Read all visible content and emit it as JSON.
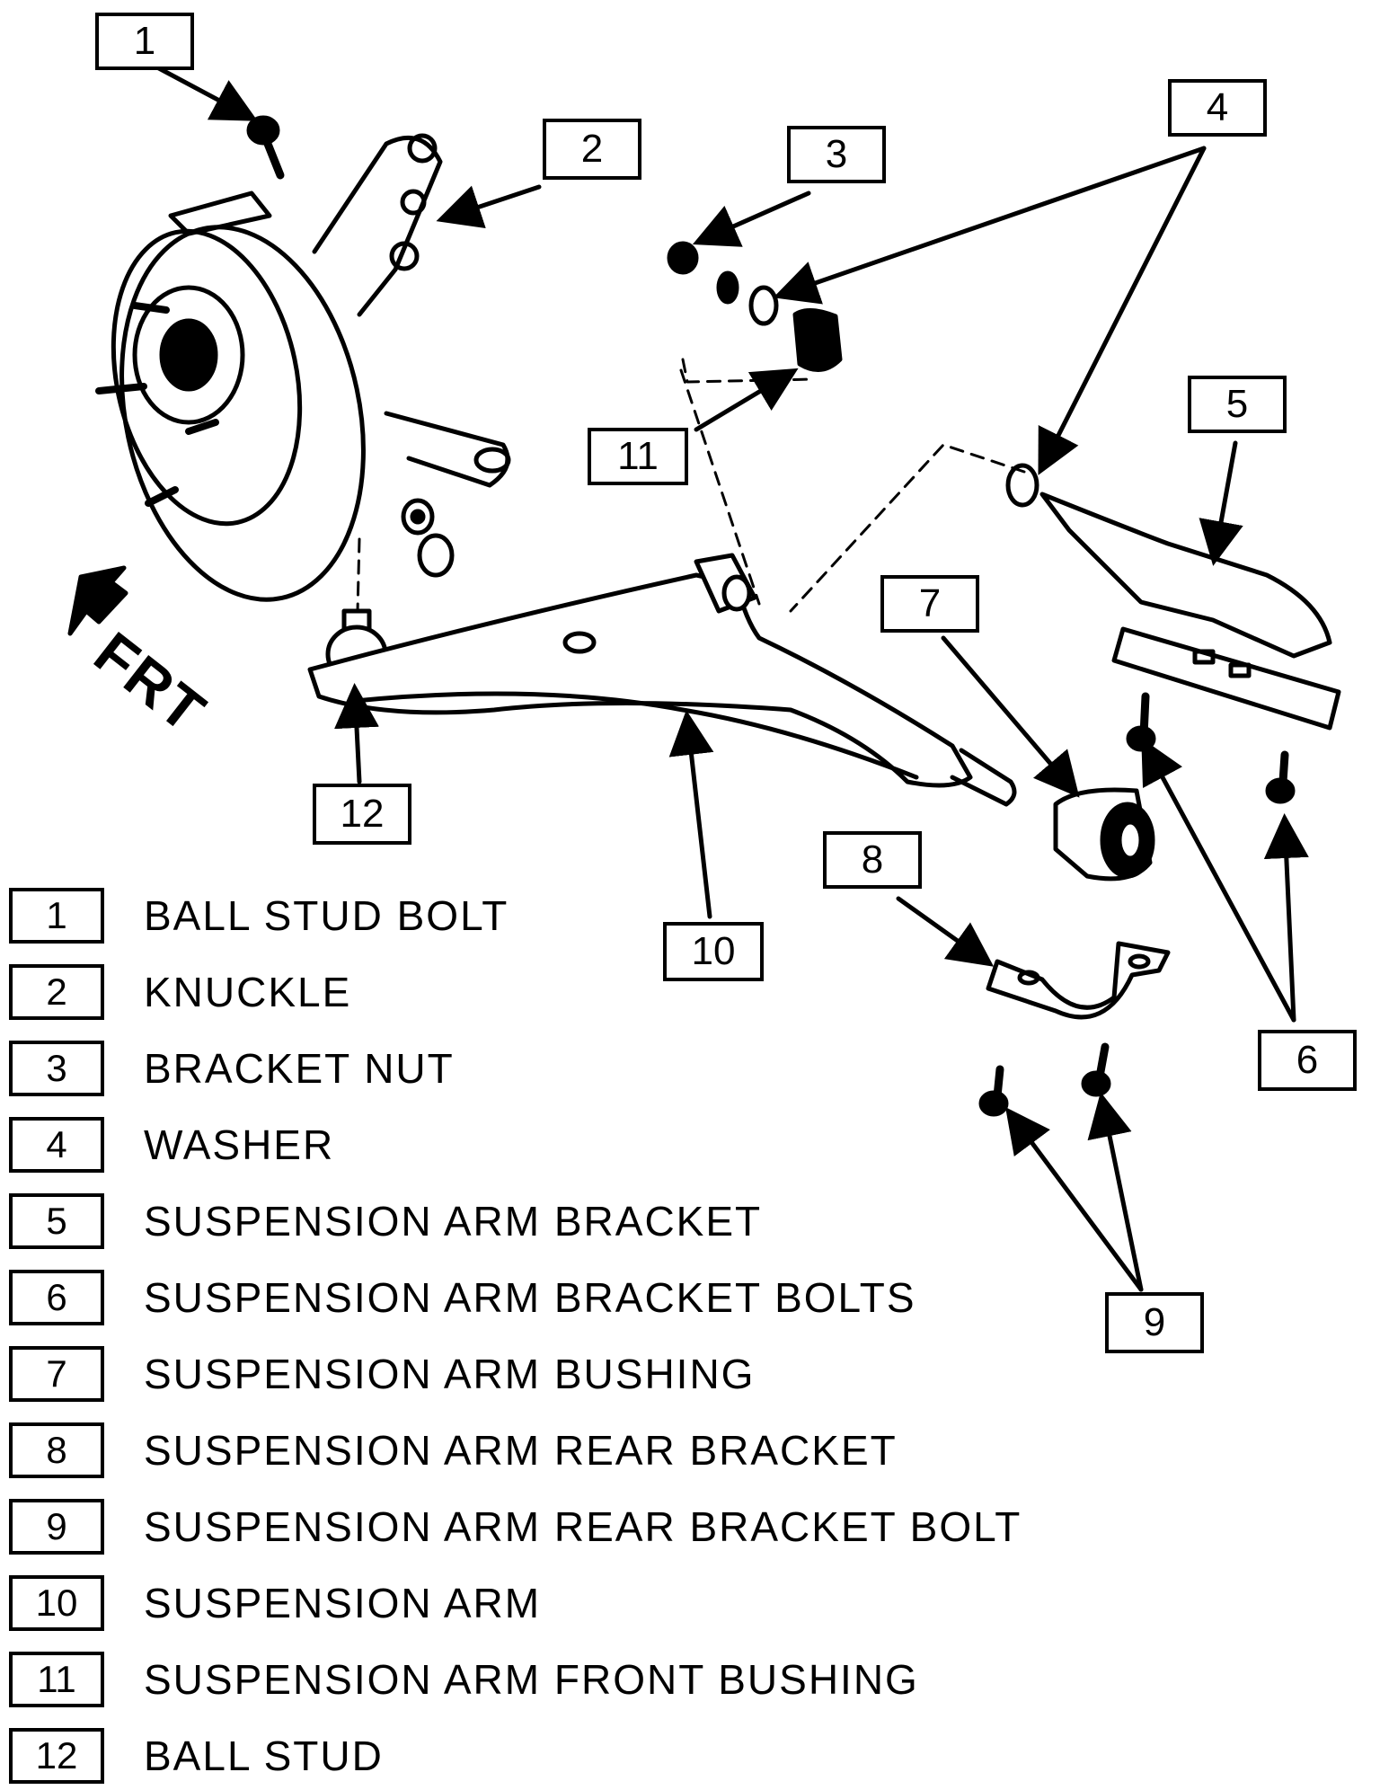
{
  "direction_label": "FRT",
  "callouts": [
    {
      "number": "1"
    },
    {
      "number": "2"
    },
    {
      "number": "3"
    },
    {
      "number": "4"
    },
    {
      "number": "5"
    },
    {
      "number": "11"
    },
    {
      "number": "7"
    },
    {
      "number": "12"
    },
    {
      "number": "8"
    },
    {
      "number": "10"
    },
    {
      "number": "6"
    },
    {
      "number": "9"
    }
  ],
  "legend": [
    {
      "number": "1",
      "label": "BALL STUD BOLT"
    },
    {
      "number": "2",
      "label": "KNUCKLE"
    },
    {
      "number": "3",
      "label": "BRACKET NUT"
    },
    {
      "number": "4",
      "label": "WASHER"
    },
    {
      "number": "5",
      "label": "SUSPENSION ARM BRACKET"
    },
    {
      "number": "6",
      "label": "SUSPENSION ARM BRACKET BOLTS"
    },
    {
      "number": "7",
      "label": "SUSPENSION ARM BUSHING"
    },
    {
      "number": "8",
      "label": "SUSPENSION ARM REAR BRACKET"
    },
    {
      "number": "9",
      "label": "SUSPENSION ARM REAR BRACKET BOLT"
    },
    {
      "number": "10",
      "label": "SUSPENSION ARM"
    },
    {
      "number": "11",
      "label": "SUSPENSION ARM FRONT BUSHING"
    },
    {
      "number": "12",
      "label": "BALL STUD"
    }
  ]
}
